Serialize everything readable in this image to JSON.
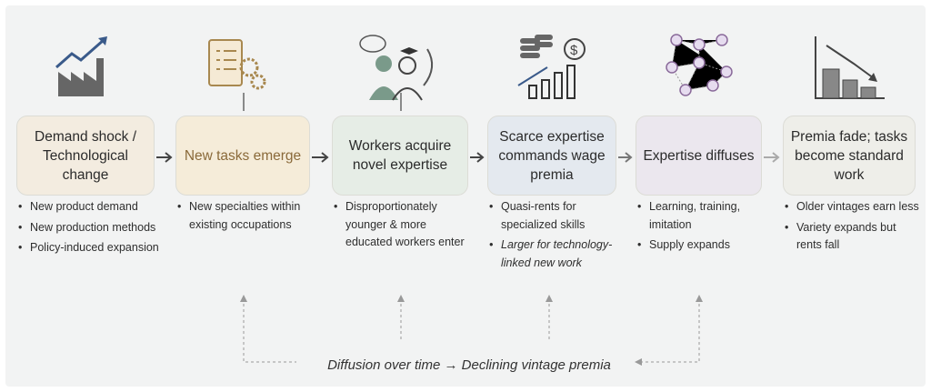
{
  "steps": [
    {
      "title": "Demand shock / Technological change",
      "icon": "factory-growth-icon",
      "color": "#f3ece0",
      "text_color": "#2b2b2b",
      "bullets": [
        {
          "text": "New product demand"
        },
        {
          "text": "New production methods"
        },
        {
          "text": "Policy-induced expansion"
        }
      ]
    },
    {
      "title": "New tasks emerge",
      "icon": "checklist-gears-icon",
      "color": "#f5ecd9",
      "text_color": "#8a6a3a",
      "bullets": [
        {
          "text": "New specialties within existing occupations"
        }
      ]
    },
    {
      "title": "Workers acquire novel expertise",
      "icon": "workers-learning-icon",
      "color": "#e6ede6",
      "text_color": "#2b2b2b",
      "bullets": [
        {
          "text": "Disproportionately younger & more educated workers enter"
        }
      ]
    },
    {
      "title": "Scarce expertise commands wage premia",
      "icon": "coins-rising-bars-icon",
      "color": "#e4e9ef",
      "text_color": "#2b2b2b",
      "bullets": [
        {
          "text": "Quasi-rents for specialized skills"
        },
        {
          "text": "Larger for technology-linked new work",
          "italic": true
        }
      ]
    },
    {
      "title": "Expertise diffuses",
      "icon": "network-people-icon",
      "color": "#ebe7ee",
      "text_color": "#2b2b2b",
      "bullets": [
        {
          "text": "Learning, training, imitation"
        },
        {
          "text": "Supply expands"
        }
      ]
    },
    {
      "title": "Premia fade; tasks become standard work",
      "icon": "declining-bars-icon",
      "color": "#eeeee9",
      "text_color": "#2b2b2b",
      "bullets": [
        {
          "text": "Older vintages earn less"
        },
        {
          "text": "Variety expands but rents fall"
        }
      ]
    }
  ],
  "footer": "Diffusion over time → Declining vintage premia"
}
